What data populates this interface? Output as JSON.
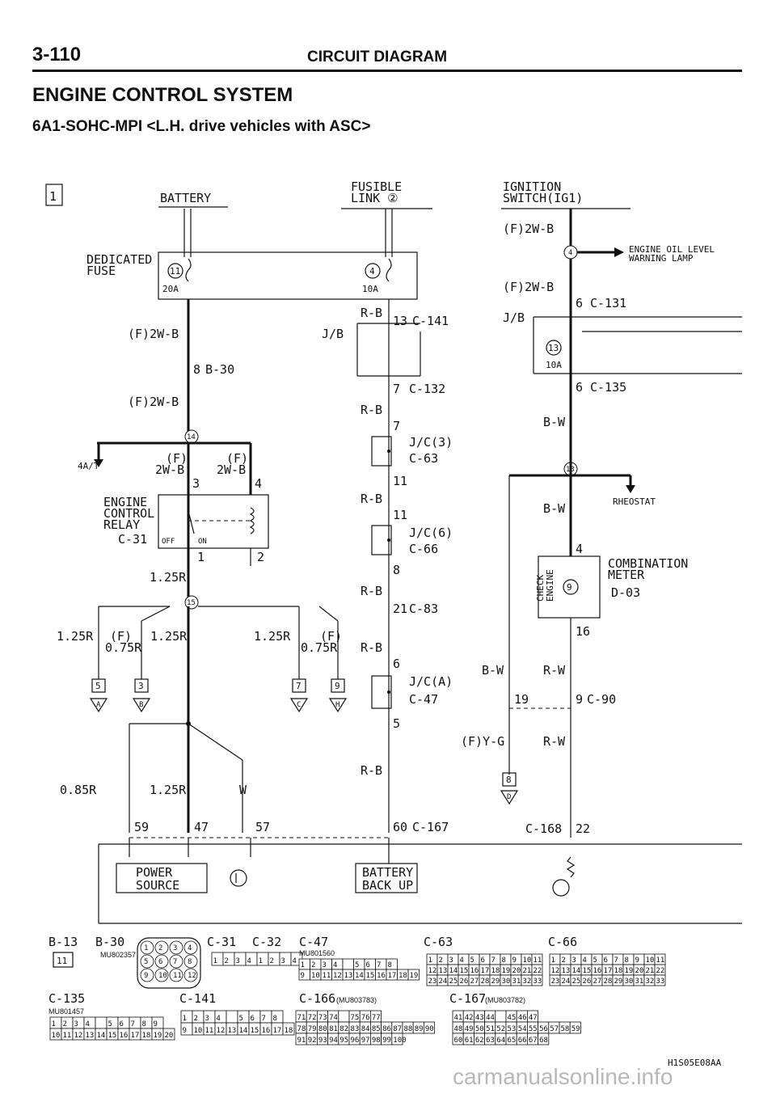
{
  "header": {
    "page_number": "3-110",
    "section": "CIRCUIT DIAGRAM",
    "title": "ENGINE CONTROL SYSTEM",
    "subtitle": "6A1-SOHC-MPI <L.H. drive vehicles with ASC>"
  },
  "diagram": {
    "sheet_no": "1",
    "battery": "BATTERY",
    "fusible_link": [
      "FUSIBLE",
      "LINK ②"
    ],
    "ignition_switch": [
      "IGNITION",
      "SWITCH(IG1)"
    ],
    "dedicated_fuse": [
      "DEDICATED",
      "FUSE"
    ],
    "fuse_11": "11",
    "fuse_11_amp": "20A",
    "fuse_4": "4",
    "fuse_4_amp": "10A",
    "fuse_13": "13",
    "fuse_13_amp": "10A",
    "jb": "J/B",
    "wire_f_2wb": "(F)2W-B",
    "wire_rb": "R-B",
    "wire_bw": "B-W",
    "wire_rw": "R-W",
    "wire_fyg": "(F)Y-G",
    "wire_125r": "1.25R",
    "wire_075r": "0.75R",
    "wire_085r": "0.85R",
    "wire_w": "W",
    "wire_f": "(F)",
    "wire_2wb": "2W-B",
    "pin_8": "8",
    "pin_13": "13",
    "pin_7": "7",
    "pin_11": "11",
    "pin_21": "21",
    "pin_6": "6",
    "pin_5": "5",
    "pin_3": "3",
    "pin_4": "4",
    "pin_1": "1",
    "pin_2": "2",
    "pin_16": "16",
    "pin_19": "19",
    "pin_9": "9",
    "pin_59": "59",
    "pin_47": "47",
    "pin_57": "57",
    "pin_60": "60",
    "pin_22": "22",
    "conn_b30": "B-30",
    "conn_c141": "C-141",
    "conn_c132": "C-132",
    "conn_c63": "C-63",
    "conn_c66": "C-66",
    "conn_c83": "C-83",
    "conn_c47": "C-47",
    "conn_c131": "C-131",
    "conn_c135": "C-135",
    "conn_c90": "C-90",
    "conn_c167": "C-167",
    "conn_c168": "C-168",
    "conn_c31": "C-31",
    "conn_d03": "D-03",
    "jc3": "J/C(3)",
    "jc6": "J/C(6)",
    "jca": "J/C(A)",
    "four_at": "4A/T",
    "relay": [
      "ENGINE",
      "CONTROL",
      "RELAY"
    ],
    "relay_off": "OFF",
    "relay_on": "ON",
    "warning_lamp": [
      "ENGINE OIL LEVEL",
      "WARNING LAMP"
    ],
    "rheostat": "RHEOSTAT",
    "combination_meter": [
      "COMBINATION",
      "METER"
    ],
    "check_engine": [
      "CHECK",
      "ENGINE"
    ],
    "splice_14": "14",
    "splice_15": "15",
    "splice_13": "13",
    "splice_4": "4",
    "ref_5": "5",
    "ref_3": "3",
    "ref_7": "7",
    "ref_9": "9",
    "ref_8": "8",
    "ref_a": "A",
    "ref_b": "B",
    "ref_c": "C",
    "ref_h": "H",
    "ref_d": "D",
    "power_source": [
      "POWER",
      "SOURCE"
    ],
    "battery_backup": [
      "BATTERY",
      "BACK UP"
    ]
  },
  "connectors": {
    "b13": "B-13",
    "b13_pin": "11",
    "b30": "B-30",
    "b30_part": "MU802357",
    "b30_pins": [
      "1",
      "2",
      "3",
      "4",
      "5",
      "6",
      "7",
      "8",
      "9",
      "10",
      "11",
      "12"
    ],
    "c31": "C-31",
    "c32": "C-32",
    "c2x2_pins": [
      "1",
      "2",
      "3",
      "4"
    ],
    "c47": "C-47",
    "c47_part": "MU801560",
    "c47_row1": [
      "1",
      "2",
      "3",
      "4",
      "",
      "5",
      "6",
      "7",
      "8"
    ],
    "c47_row2": [
      "9",
      "10",
      "11",
      "12",
      "13",
      "14",
      "15",
      "16",
      "17",
      "18",
      "19"
    ],
    "c63": "C-63",
    "c66": "C-66",
    "c22_row1": [
      "1",
      "2",
      "3",
      "4",
      "5",
      "6",
      "7",
      "8",
      "9",
      "10",
      "11"
    ],
    "c22_row2": [
      "12",
      "13",
      "14",
      "15",
      "16",
      "17",
      "18",
      "19",
      "20",
      "21",
      "22"
    ],
    "c22_row3": [
      "23",
      "24",
      "25",
      "26",
      "27",
      "28",
      "29",
      "30",
      "31",
      "32",
      "33"
    ],
    "c135": "C-135",
    "c135_part": "MU801457",
    "c135_row1": [
      "1",
      "2",
      "3",
      "4",
      "",
      "5",
      "6",
      "7",
      "8",
      "9"
    ],
    "c135_row2": [
      "10",
      "11",
      "12",
      "13",
      "14",
      "15",
      "16",
      "17",
      "18",
      "19",
      "20"
    ],
    "c141": "C-141",
    "c141_row1": [
      "1",
      "2",
      "3",
      "4",
      "",
      "5",
      "6",
      "7",
      "8"
    ],
    "c141_row2": [
      "9",
      "10",
      "11",
      "12",
      "13",
      "14",
      "15",
      "16",
      "17",
      "18"
    ],
    "c166": "C-166",
    "c166_part": "(MU803783)",
    "c166_row1": [
      "71",
      "72",
      "73",
      "74",
      "",
      "75",
      "76",
      "77"
    ],
    "c166_row2": [
      "78",
      "79",
      "80",
      "81",
      "82",
      "83",
      "84",
      "85",
      "86",
      "87",
      "88",
      "89",
      "90"
    ],
    "c166_row3": [
      "91",
      "92",
      "93",
      "94",
      "95",
      "96",
      "97",
      "98",
      "99",
      "100"
    ],
    "c167": "C-167",
    "c167_part": "(MU803782)",
    "c167_row1": [
      "41",
      "42",
      "43",
      "44",
      "",
      "45",
      "46",
      "47"
    ],
    "c167_row2": [
      "48",
      "49",
      "50",
      "51",
      "52",
      "53",
      "54",
      "55",
      "56",
      "57",
      "58",
      "59"
    ],
    "c167_row3": [
      "60",
      "61",
      "62",
      "63",
      "64",
      "65",
      "66",
      "67",
      "68"
    ]
  },
  "footer": {
    "code": "H1S05E08AA",
    "watermark": "carmanualsonline.info"
  }
}
